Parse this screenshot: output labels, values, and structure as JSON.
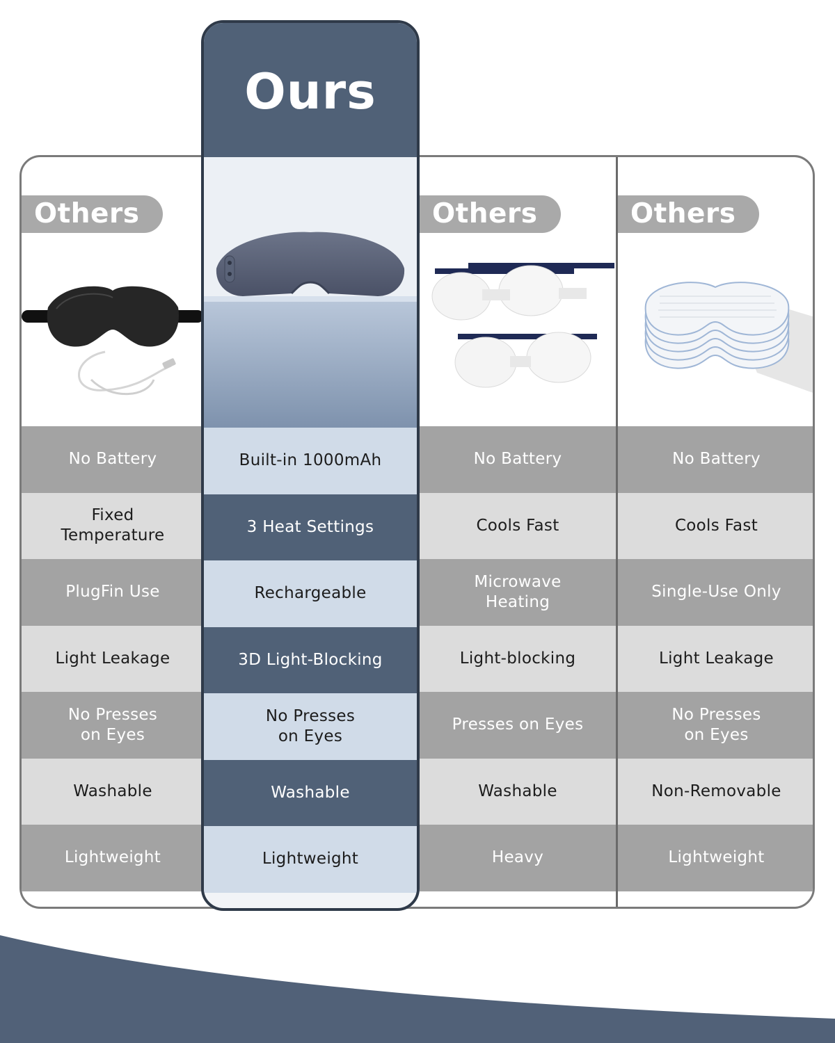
{
  "ours": {
    "title": "Ours",
    "features": [
      [
        "Built-in 1000mAh"
      ],
      [
        "3 Heat Settings"
      ],
      [
        "Rechargeable"
      ],
      [
        "3D Light-Blocking"
      ],
      [
        "No Presses",
        "on Eyes"
      ],
      [
        "Washable"
      ],
      [
        "Lightweight"
      ]
    ]
  },
  "competitors": [
    {
      "label": "Others",
      "features": [
        [
          "No Battery"
        ],
        [
          "Fixed",
          "Temperature"
        ],
        [
          "PlugFin Use"
        ],
        [
          "Light Leakage"
        ],
        [
          "No Presses",
          "on Eyes"
        ],
        [
          "Washable"
        ],
        [
          "Lightweight"
        ]
      ]
    },
    {
      "label": "Others",
      "features": [
        [
          "No Battery"
        ],
        [
          "Cools Fast"
        ],
        [
          "Microwave",
          "Heating"
        ],
        [
          "Light-blocking"
        ],
        [
          "Presses on Eyes"
        ],
        [
          "Washable"
        ],
        [
          "Heavy"
        ]
      ]
    },
    {
      "label": "Others",
      "features": [
        [
          "No Battery"
        ],
        [
          "Cools Fast"
        ],
        [
          "Single-Use Only"
        ],
        [
          "Light Leakage"
        ],
        [
          "No Presses",
          "on Eyes"
        ],
        [
          "Non-Removable"
        ],
        [
          "Lightweight"
        ]
      ]
    }
  ],
  "colors": {
    "brand": "#506177",
    "brand_border": "#2f3a49",
    "others_dark": "#a3a3a3",
    "others_light": "#dcdcdc",
    "ours_pale": "#d0dbe8"
  },
  "icons": {
    "ours_product": "heated-eye-mask-icon",
    "competitor_1": "corded-eye-mask-icon",
    "competitor_2": "microwave-eye-pads-icon",
    "competitor_3": "disposable-steam-masks-icon"
  }
}
